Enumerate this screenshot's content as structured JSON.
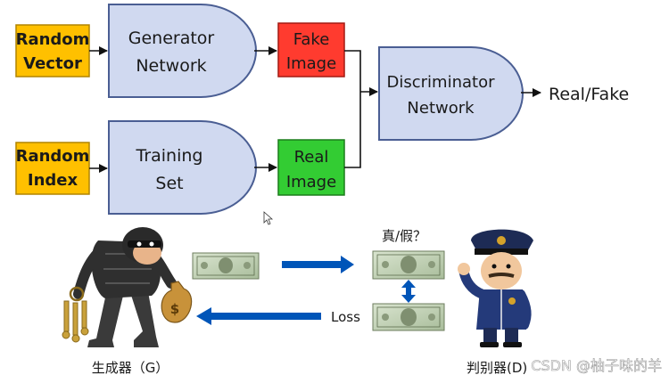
{
  "flow": {
    "random_vector": [
      "Random",
      "Vector"
    ],
    "generator": [
      "Generator",
      "Network"
    ],
    "fake_image": [
      "Fake",
      "Image"
    ],
    "random_index": [
      "Random",
      "Index"
    ],
    "training_set": [
      "Training",
      "Set"
    ],
    "real_image": [
      "Real",
      "Image"
    ],
    "discriminator": [
      "Discriminator",
      "Network"
    ],
    "output": "Real/Fake"
  },
  "story": {
    "question": "真/假？",
    "loss": "Loss",
    "generator_caption": "生成器（G）",
    "discriminator_caption": "判别器(D)",
    "watermark": "CSDN @柚子味的羊",
    "bill_glyph": "$"
  },
  "colors": {
    "yellow": "#ffc000",
    "red": "#ff3b2f",
    "green": "#33cc33",
    "gate_fill": "#d0d9f0",
    "gate_stroke": "#4a5e93",
    "arrow_blue": "#0055b8"
  }
}
